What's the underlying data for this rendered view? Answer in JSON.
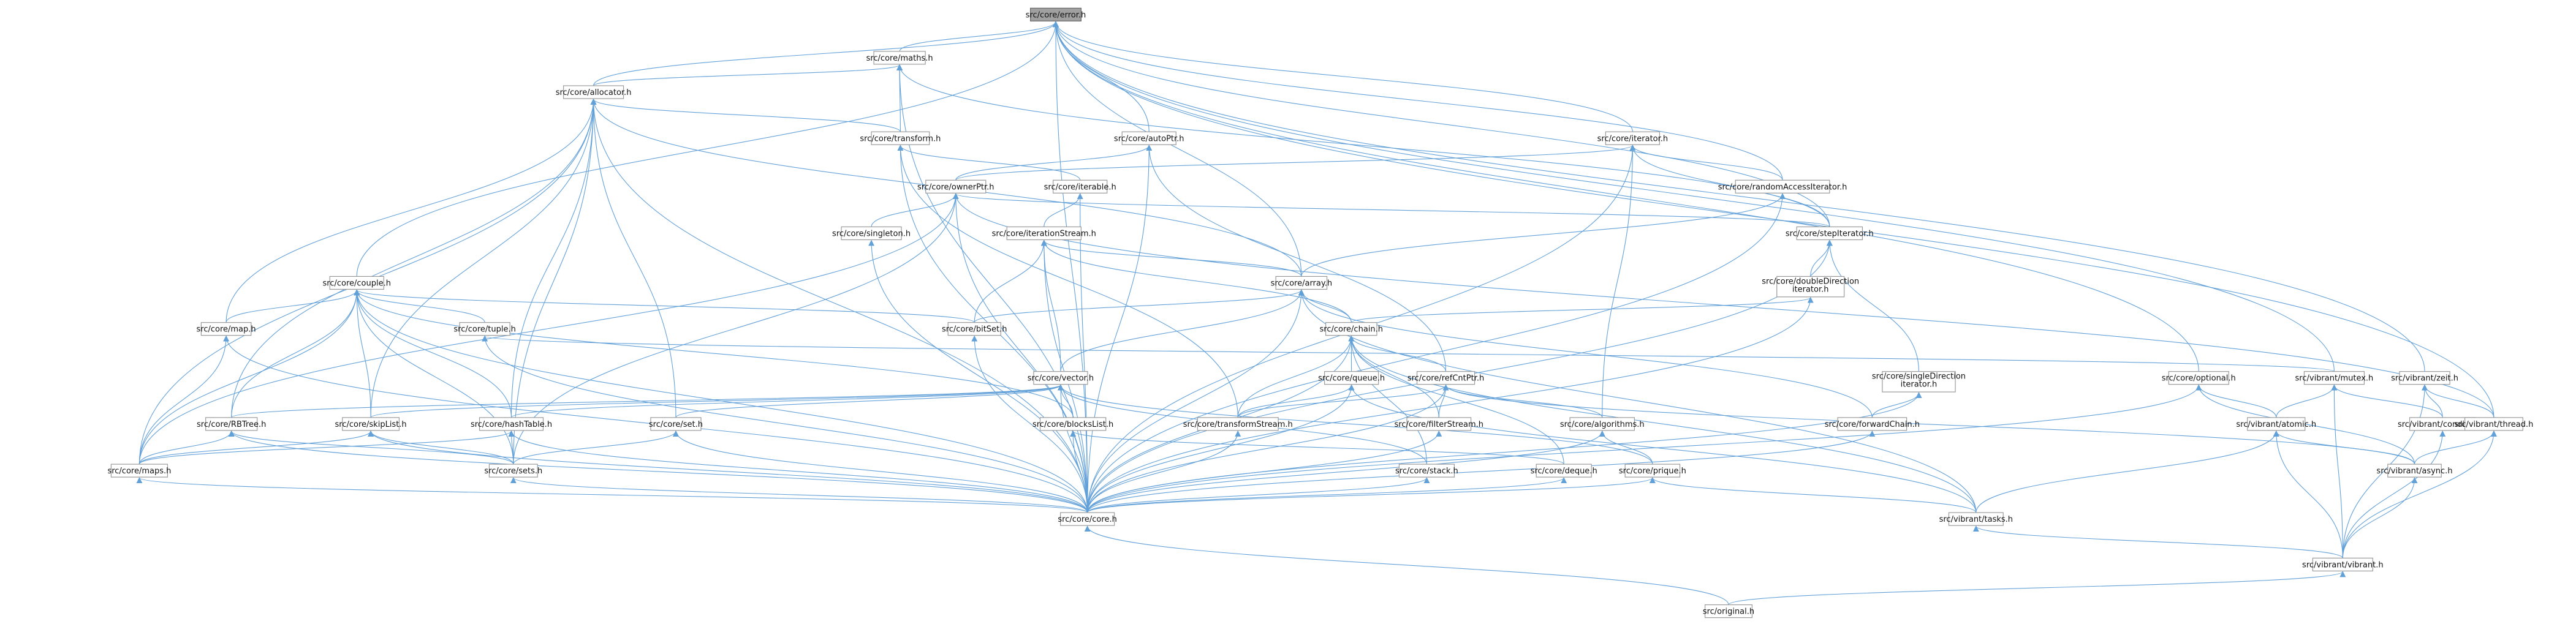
{
  "diagram": {
    "colors": {
      "edge": "#62a0d8",
      "node_border": "#9a9a9a",
      "root_fill": "#a0a0a0",
      "node_fill": "#ffffff"
    },
    "nodes": [
      {
        "id": "error",
        "label": "src/core/error.h",
        "root": true
      },
      {
        "id": "maths",
        "label": "src/core/maths.h"
      },
      {
        "id": "allocator",
        "label": "src/core/allocator.h"
      },
      {
        "id": "transform",
        "label": "src/core/transform.h"
      },
      {
        "id": "autoPtr",
        "label": "src/core/autoPtr.h"
      },
      {
        "id": "iterator",
        "label": "src/core/iterator.h"
      },
      {
        "id": "ownerPtr",
        "label": "src/core/ownerPtr.h"
      },
      {
        "id": "iterable",
        "label": "src/core/iterable.h"
      },
      {
        "id": "randomAccess",
        "label": "src/core/randomAccessIterator.h"
      },
      {
        "id": "singleton",
        "label": "src/core/singleton.h"
      },
      {
        "id": "iterationStream",
        "label": "src/core/iterationStream.h"
      },
      {
        "id": "stepIterator",
        "label": "src/core/stepIterator.h"
      },
      {
        "id": "couple",
        "label": "src/core/couple.h"
      },
      {
        "id": "array",
        "label": "src/core/array.h"
      },
      {
        "id": "doubleDir",
        "label": "src/core/doubleDirection iterator.h"
      },
      {
        "id": "map",
        "label": "src/core/map.h"
      },
      {
        "id": "tuple",
        "label": "src/core/tuple.h"
      },
      {
        "id": "bitSet",
        "label": "src/core/bitSet.h"
      },
      {
        "id": "chain",
        "label": "src/core/chain.h"
      },
      {
        "id": "vector",
        "label": "src/core/vector.h"
      },
      {
        "id": "queue",
        "label": "src/core/queue.h"
      },
      {
        "id": "refCntPtr",
        "label": "src/core/refCntPtr.h"
      },
      {
        "id": "singleDir",
        "label": "src/core/singleDirection iterator.h"
      },
      {
        "id": "optional",
        "label": "src/core/optional.h"
      },
      {
        "id": "mutex",
        "label": "src/vibrant/mutex.h"
      },
      {
        "id": "zeit",
        "label": "src/vibrant/zeit.h"
      },
      {
        "id": "rbtree",
        "label": "src/core/RBTree.h"
      },
      {
        "id": "skipList",
        "label": "src/core/skipList.h"
      },
      {
        "id": "hashTable",
        "label": "src/core/hashTable.h"
      },
      {
        "id": "set",
        "label": "src/core/set.h"
      },
      {
        "id": "blocksList",
        "label": "src/core/blocksList.h"
      },
      {
        "id": "transformStream",
        "label": "src/core/transformStream.h"
      },
      {
        "id": "filterStream",
        "label": "src/core/filterStream.h"
      },
      {
        "id": "algorithms",
        "label": "src/core/algorithms.h"
      },
      {
        "id": "forwardChain",
        "label": "src/core/forwardChain.h"
      },
      {
        "id": "atomic",
        "label": "src/vibrant/atomic.h"
      },
      {
        "id": "condition",
        "label": "src/vibrant/condition.h"
      },
      {
        "id": "thread",
        "label": "src/vibrant/thread.h"
      },
      {
        "id": "maps",
        "label": "src/core/maps.h"
      },
      {
        "id": "sets",
        "label": "src/core/sets.h"
      },
      {
        "id": "stack",
        "label": "src/core/stack.h"
      },
      {
        "id": "deque",
        "label": "src/core/deque.h"
      },
      {
        "id": "prique",
        "label": "src/core/prique.h"
      },
      {
        "id": "async",
        "label": "src/vibrant/async.h"
      },
      {
        "id": "core",
        "label": "src/core/core.h"
      },
      {
        "id": "tasks",
        "label": "src/vibrant/tasks.h"
      },
      {
        "id": "vibrant",
        "label": "src/vibrant/vibrant.h"
      },
      {
        "id": "original",
        "label": "src/original.h"
      }
    ],
    "edges": [
      [
        "error",
        "maths"
      ],
      [
        "error",
        "allocator"
      ],
      [
        "error",
        "autoPtr"
      ],
      [
        "error",
        "iterator"
      ],
      [
        "error",
        "couple"
      ],
      [
        "error",
        "array"
      ],
      [
        "error",
        "randomAccess"
      ],
      [
        "error",
        "stepIterator"
      ],
      [
        "error",
        "optional"
      ],
      [
        "error",
        "mutex"
      ],
      [
        "error",
        "zeit"
      ],
      [
        "error",
        "thread"
      ],
      [
        "error",
        "core"
      ],
      [
        "maths",
        "allocator"
      ],
      [
        "maths",
        "transform"
      ],
      [
        "maths",
        "stepIterator"
      ],
      [
        "maths",
        "core"
      ],
      [
        "allocator",
        "transform"
      ],
      [
        "allocator",
        "array"
      ],
      [
        "allocator",
        "map"
      ],
      [
        "allocator",
        "rbtree"
      ],
      [
        "allocator",
        "hashTable"
      ],
      [
        "allocator",
        "set"
      ],
      [
        "allocator",
        "sets"
      ],
      [
        "allocator",
        "maps"
      ],
      [
        "allocator",
        "core"
      ],
      [
        "allocator",
        "skipList"
      ],
      [
        "transform",
        "iterable"
      ],
      [
        "transform",
        "transformStream"
      ],
      [
        "transform",
        "core"
      ],
      [
        "autoPtr",
        "ownerPtr"
      ],
      [
        "autoPtr",
        "refCntPtr"
      ],
      [
        "autoPtr",
        "core"
      ],
      [
        "iterator",
        "ownerPtr"
      ],
      [
        "iterator",
        "randomAccess"
      ],
      [
        "iterator",
        "stepIterator"
      ],
      [
        "iterator",
        "algorithms"
      ],
      [
        "iterator",
        "core"
      ],
      [
        "ownerPtr",
        "singleton"
      ],
      [
        "ownerPtr",
        "stepIterator"
      ],
      [
        "ownerPtr",
        "maps"
      ],
      [
        "ownerPtr",
        "sets"
      ],
      [
        "ownerPtr",
        "thread"
      ],
      [
        "ownerPtr",
        "core"
      ],
      [
        "iterable",
        "iterationStream"
      ],
      [
        "iterable",
        "core"
      ],
      [
        "randomAccess",
        "array"
      ],
      [
        "randomAccess",
        "core"
      ],
      [
        "singleton",
        "core"
      ],
      [
        "iterationStream",
        "array"
      ],
      [
        "iterationStream",
        "bitSet"
      ],
      [
        "iterationStream",
        "vector"
      ],
      [
        "iterationStream",
        "chain"
      ],
      [
        "iterationStream",
        "core"
      ],
      [
        "stepIterator",
        "doubleDir"
      ],
      [
        "stepIterator",
        "singleDir"
      ],
      [
        "stepIterator",
        "core"
      ],
      [
        "couple",
        "map"
      ],
      [
        "couple",
        "tuple"
      ],
      [
        "couple",
        "bitSet"
      ],
      [
        "couple",
        "rbtree"
      ],
      [
        "couple",
        "skipList"
      ],
      [
        "couple",
        "hashTable"
      ],
      [
        "couple",
        "blocksList"
      ],
      [
        "couple",
        "maps"
      ],
      [
        "couple",
        "sets"
      ],
      [
        "couple",
        "core"
      ],
      [
        "array",
        "bitSet"
      ],
      [
        "array",
        "chain"
      ],
      [
        "array",
        "vector"
      ],
      [
        "array",
        "forwardChain"
      ],
      [
        "array",
        "tasks"
      ],
      [
        "array",
        "core"
      ],
      [
        "doubleDir",
        "chain"
      ],
      [
        "doubleDir",
        "core"
      ],
      [
        "map",
        "maps"
      ],
      [
        "map",
        "core"
      ],
      [
        "tuple",
        "mutex"
      ],
      [
        "tuple",
        "core"
      ],
      [
        "bitSet",
        "core"
      ],
      [
        "chain",
        "queue"
      ],
      [
        "chain",
        "refCntPtr"
      ],
      [
        "chain",
        "transformStream"
      ],
      [
        "chain",
        "filterStream"
      ],
      [
        "chain",
        "stack"
      ],
      [
        "chain",
        "deque"
      ],
      [
        "chain",
        "tasks"
      ],
      [
        "chain",
        "core"
      ],
      [
        "vector",
        "rbtree"
      ],
      [
        "vector",
        "hashTable"
      ],
      [
        "vector",
        "skipList"
      ],
      [
        "vector",
        "set"
      ],
      [
        "vector",
        "blocksList"
      ],
      [
        "vector",
        "stack"
      ],
      [
        "vector",
        "prique"
      ],
      [
        "vector",
        "core"
      ],
      [
        "queue",
        "transformStream"
      ],
      [
        "queue",
        "tasks"
      ],
      [
        "queue",
        "core"
      ],
      [
        "refCntPtr",
        "transformStream"
      ],
      [
        "refCntPtr",
        "filterStream"
      ],
      [
        "refCntPtr",
        "algorithms"
      ],
      [
        "refCntPtr",
        "async"
      ],
      [
        "refCntPtr",
        "core"
      ],
      [
        "singleDir",
        "forwardChain"
      ],
      [
        "singleDir",
        "core"
      ],
      [
        "optional",
        "atomic"
      ],
      [
        "optional",
        "async"
      ],
      [
        "optional",
        "core"
      ],
      [
        "mutex",
        "atomic"
      ],
      [
        "mutex",
        "condition"
      ],
      [
        "mutex",
        "vibrant"
      ],
      [
        "zeit",
        "condition"
      ],
      [
        "zeit",
        "thread"
      ],
      [
        "zeit",
        "vibrant"
      ],
      [
        "rbtree",
        "maps"
      ],
      [
        "rbtree",
        "sets"
      ],
      [
        "rbtree",
        "core"
      ],
      [
        "skipList",
        "maps"
      ],
      [
        "skipList",
        "sets"
      ],
      [
        "skipList",
        "core"
      ],
      [
        "hashTable",
        "maps"
      ],
      [
        "hashTable",
        "sets"
      ],
      [
        "hashTable",
        "core"
      ],
      [
        "set",
        "sets"
      ],
      [
        "set",
        "core"
      ],
      [
        "blocksList",
        "deque"
      ],
      [
        "blocksList",
        "core"
      ],
      [
        "transformStream",
        "core"
      ],
      [
        "filterStream",
        "core"
      ],
      [
        "algorithms",
        "prique"
      ],
      [
        "algorithms",
        "core"
      ],
      [
        "forwardChain",
        "core"
      ],
      [
        "atomic",
        "async"
      ],
      [
        "atomic",
        "tasks"
      ],
      [
        "atomic",
        "vibrant"
      ],
      [
        "condition",
        "vibrant"
      ],
      [
        "thread",
        "async"
      ],
      [
        "thread",
        "vibrant"
      ],
      [
        "maps",
        "core"
      ],
      [
        "sets",
        "core"
      ],
      [
        "stack",
        "core"
      ],
      [
        "deque",
        "core"
      ],
      [
        "prique",
        "core"
      ],
      [
        "prique",
        "tasks"
      ],
      [
        "async",
        "vibrant"
      ],
      [
        "core",
        "original"
      ],
      [
        "tasks",
        "vibrant"
      ],
      [
        "vibrant",
        "original"
      ]
    ]
  }
}
